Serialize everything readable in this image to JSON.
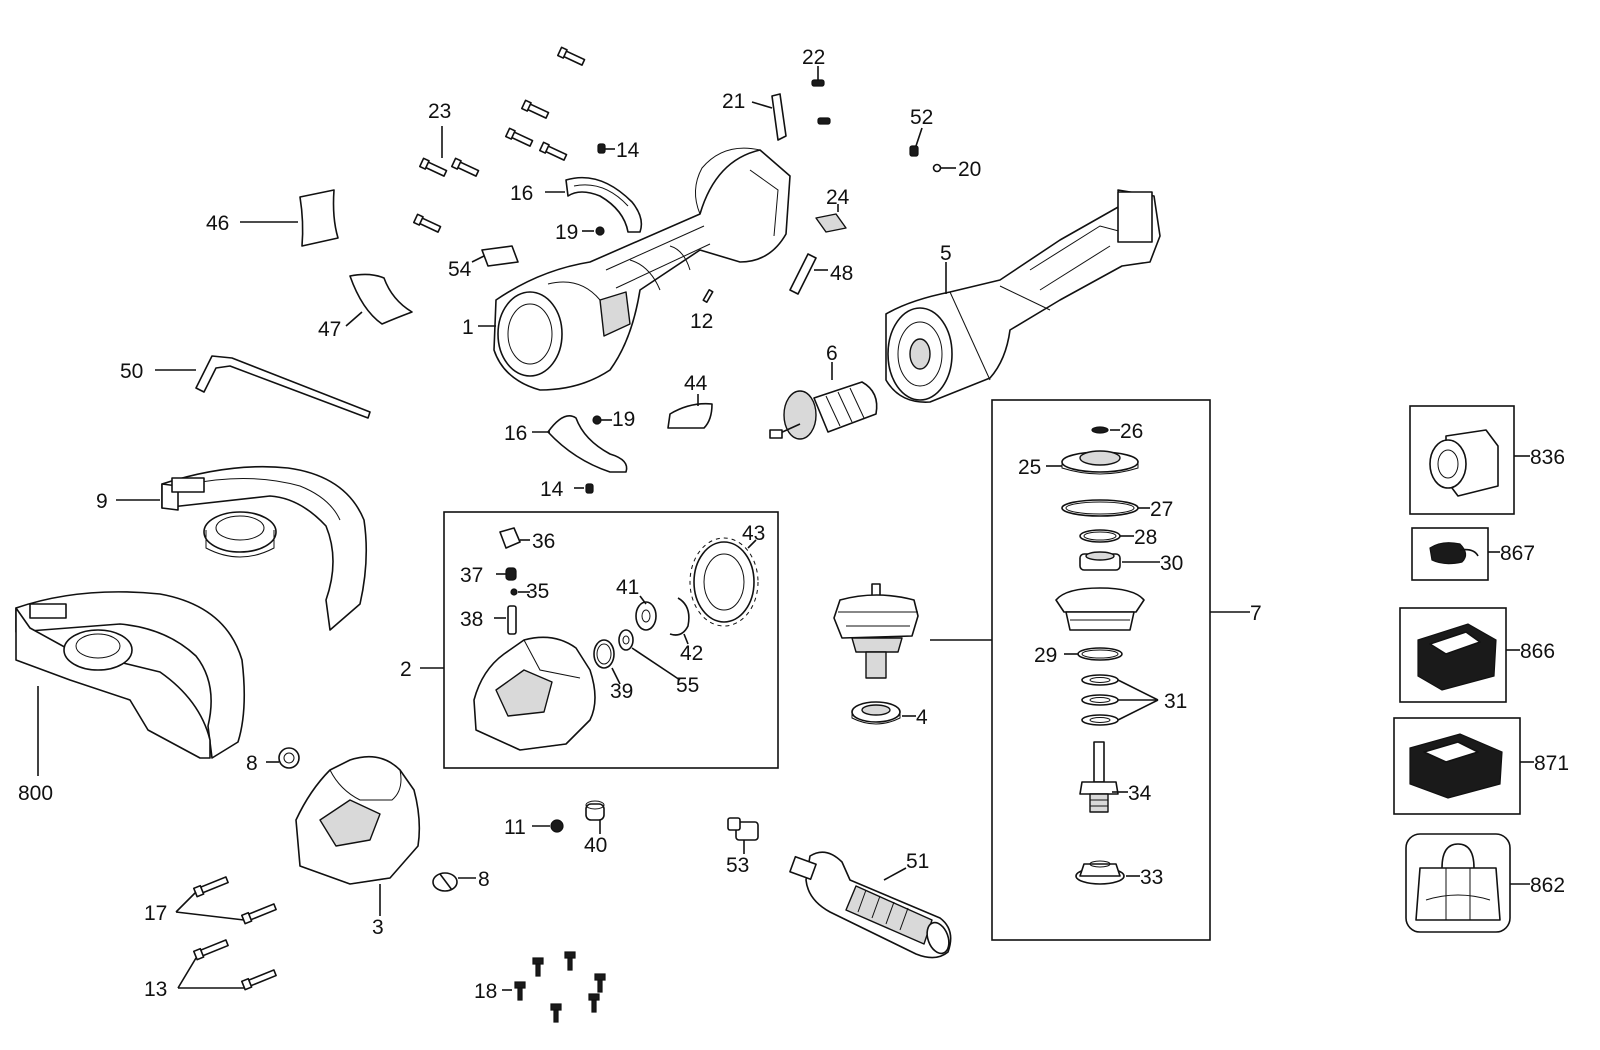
{
  "labels": {
    "l1": "1",
    "l2": "2",
    "l3": "3",
    "l4": "4",
    "l5": "5",
    "l6": "6",
    "l7": "7",
    "l8a": "8",
    "l8b": "8",
    "l9": "9",
    "l11": "11",
    "l12": "12",
    "l13": "13",
    "l14a": "14",
    "l14b": "14",
    "l16a": "16",
    "l16b": "16",
    "l17": "17",
    "l18": "18",
    "l19a": "19",
    "l19b": "19",
    "l20": "20",
    "l21": "21",
    "l22": "22",
    "l23": "23",
    "l24": "24",
    "l25": "25",
    "l26": "26",
    "l27": "27",
    "l28": "28",
    "l29": "29",
    "l30": "30",
    "l31": "31",
    "l33": "33",
    "l34": "34",
    "l35": "35",
    "l36": "36",
    "l37": "37",
    "l38": "38",
    "l39": "39",
    "l40": "40",
    "l41": "41",
    "l42": "42",
    "l43": "43",
    "l44": "44",
    "l46": "46",
    "l47": "47",
    "l48": "48",
    "l50": "50",
    "l51": "51",
    "l52": "52",
    "l53": "53",
    "l54": "54",
    "l55": "55",
    "l800": "800",
    "l836": "836",
    "l862": "862",
    "l866": "866",
    "l867": "867",
    "l871": "871"
  },
  "colors": {
    "line": "#111111",
    "fill_light": "#d9d9d9",
    "fill_dark": "#1a1a1a",
    "background": "#ffffff"
  }
}
